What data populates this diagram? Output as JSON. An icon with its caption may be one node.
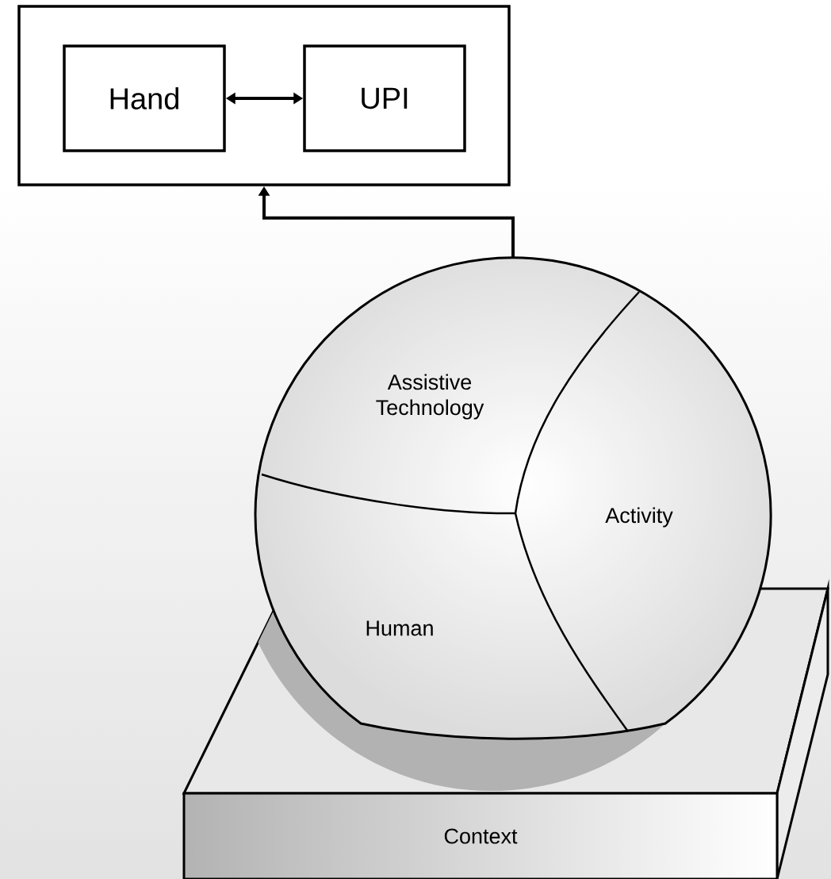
{
  "diagram": {
    "nodes": [
      {
        "text": [],
        "shape": "box"
      },
      {
        "text": [
          "Hand"
        ],
        "in": 0
      },
      {
        "text": [
          "UPI"
        ],
        "in": 0
      },
      {
        "text": [],
        "shape": "circle"
      },
      {
        "text": [
          "Assistive Technology"
        ],
        "in": 3
      },
      {
        "text": [
          "Activity"
        ],
        "in": 3
      },
      {
        "text": [
          "Human"
        ],
        "in": 3
      },
      {
        "text": [
          "Context"
        ]
      }
    ],
    "edges": [
      {
        "from": 1,
        "to": 2,
        "arrow": "both"
      },
      {
        "from": 3,
        "to": 0,
        "arrow": "to"
      }
    ]
  }
}
